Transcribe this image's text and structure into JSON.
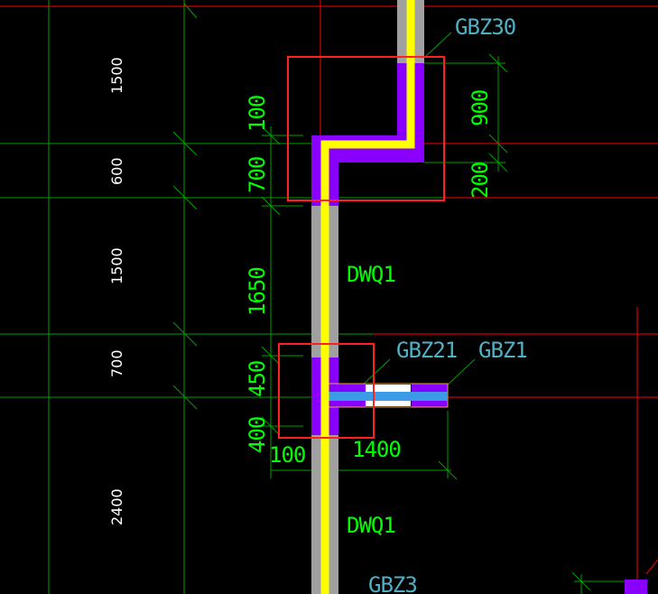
{
  "drawing": {
    "row_dimensions": [
      "1500",
      "600",
      "1500",
      "700",
      "2400"
    ],
    "column_dimensions": {
      "d100_top": "100",
      "d700": "700",
      "d1650": "1650",
      "d450": "450",
      "d400": "400",
      "d100_bottom": "100",
      "d1400": "1400",
      "d900": "900",
      "d200": "200"
    },
    "labels": {
      "gbz30": "GBZ30",
      "dwq1_upper": "DWQ1",
      "gbz21": "GBZ21",
      "gbz1": "GBZ1",
      "dwq1_lower": "DWQ1",
      "gbz3": "GBZ3"
    },
    "colors": {
      "background": "#000000",
      "grid_line": "#00a000",
      "axis_line": "#ff0000",
      "wall_gray": "#a0a0a0",
      "column_purple": "#8a00ff",
      "highlight_yellow": "#ffff00",
      "beam_blue": "#3c9be6",
      "selection_red": "#ff2020",
      "dim_green": "#00ff00",
      "label_cyan": "#4fb0c6"
    }
  }
}
